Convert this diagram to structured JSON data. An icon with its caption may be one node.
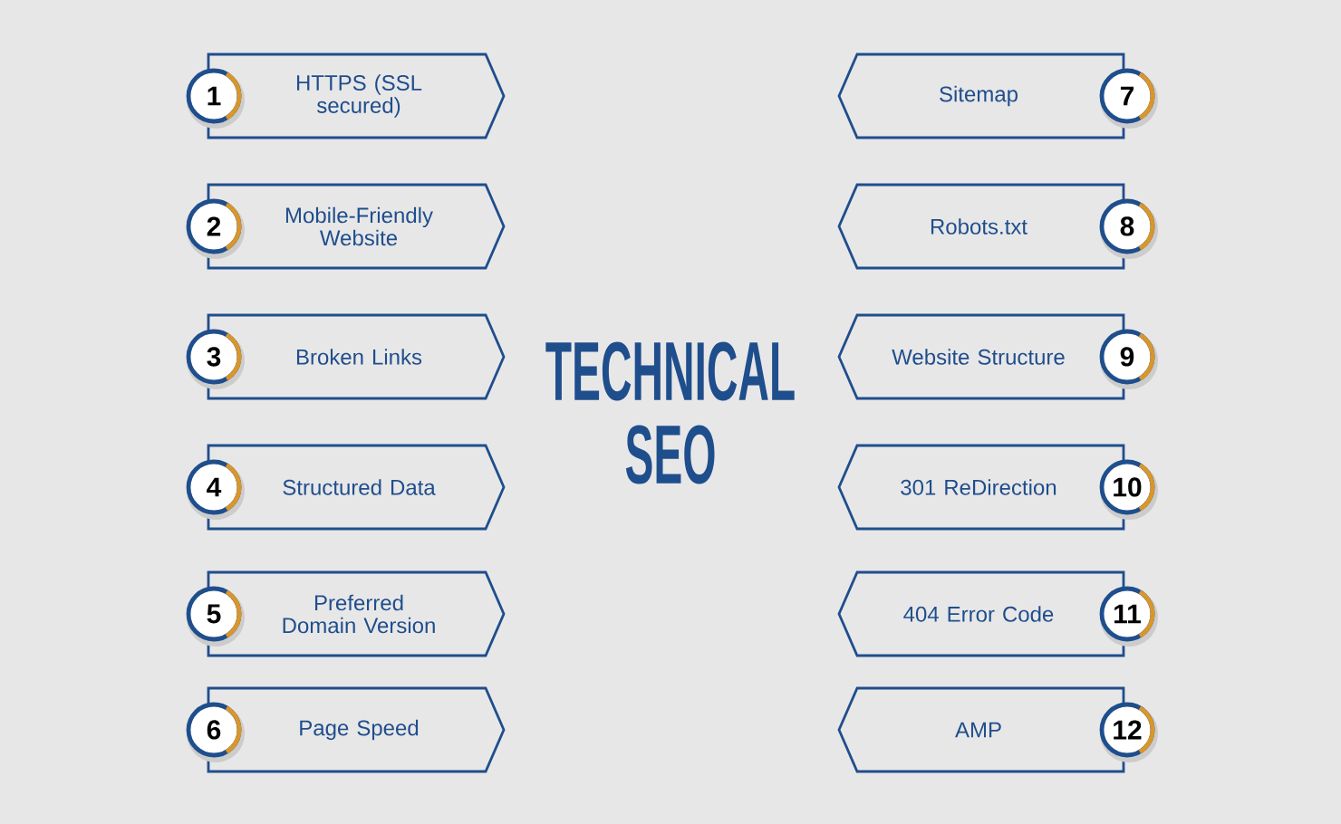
{
  "diagram": {
    "title": "TECHNICAL SEO",
    "nodes": [
      {
        "text": [
          "1"
        ]
      },
      {
        "text": [
          "HTTPS (SSL secured)"
        ]
      },
      {
        "text": [
          "2"
        ]
      },
      {
        "text": [
          "Mobile-Friendly Website"
        ]
      },
      {
        "text": [
          "3"
        ]
      },
      {
        "text": [
          "Broken Links"
        ]
      },
      {
        "text": [
          "4"
        ]
      },
      {
        "text": [
          "Structured Data"
        ]
      },
      {
        "text": [
          "5"
        ]
      },
      {
        "text": [
          "Preferred Domain Version"
        ]
      },
      {
        "text": [
          "6"
        ]
      },
      {
        "text": [
          "Page Speed"
        ]
      },
      {
        "text": [
          "Sitemap"
        ]
      },
      {
        "text": [
          "7"
        ]
      },
      {
        "text": [
          "Robots.txt"
        ]
      },
      {
        "text": [
          "8"
        ]
      },
      {
        "text": [
          "Website Structure"
        ]
      },
      {
        "text": [
          "9"
        ]
      },
      {
        "text": [
          "301 ReDirection"
        ]
      },
      {
        "text": [
          "10"
        ]
      },
      {
        "text": [
          "404 Error Code"
        ]
      },
      {
        "text": [
          "11"
        ]
      },
      {
        "text": [
          "AMP"
        ]
      },
      {
        "text": [
          "12"
        ]
      }
    ]
  }
}
